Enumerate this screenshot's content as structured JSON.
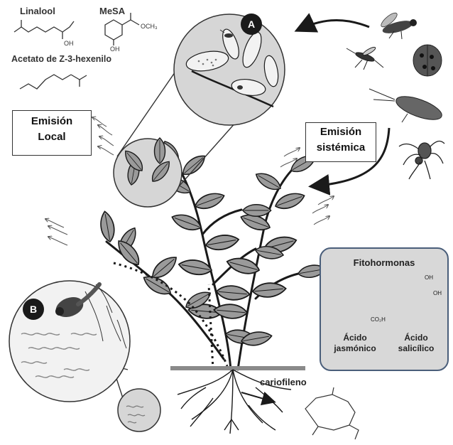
{
  "molecules": {
    "linalool": "Linalool",
    "mesa": "MeSA",
    "mesa_oh": "OH",
    "mesa_ester": "OCH₃",
    "hexenyl": "Acetato de Z-3-hexenilo",
    "linalool_oh": "OH"
  },
  "boxes": {
    "local_line1": "Emisión",
    "local_line2": "Local",
    "systemic_line1": "Emisión",
    "systemic_line2": "sistémica"
  },
  "badges": {
    "a": "A",
    "b": "B"
  },
  "hormones": {
    "title": "Fitohormonas",
    "jasmonic_line1": "Ácido",
    "jasmonic_line2": "jasmónico",
    "salicylic_line1": "Ácido",
    "salicylic_line2": "salicílico",
    "oh_top": "OH",
    "oh_side": "OH",
    "co2h": "CO₂H"
  },
  "root_label": "cariofileno",
  "colors": {
    "leaf": "#9a9a9a",
    "leaf_dark": "#5e5e5e",
    "panel_border": "#4a5e7a",
    "panel_fill": "#d8d8d8",
    "magnify_fill": "#d6d6d6",
    "stem": "#1a1a1a"
  },
  "icons": [
    "fly-icon",
    "wasp-icon",
    "ladybug-icon",
    "lacewing-icon",
    "spider-icon",
    "caterpillar-icon",
    "nematode-icon"
  ]
}
